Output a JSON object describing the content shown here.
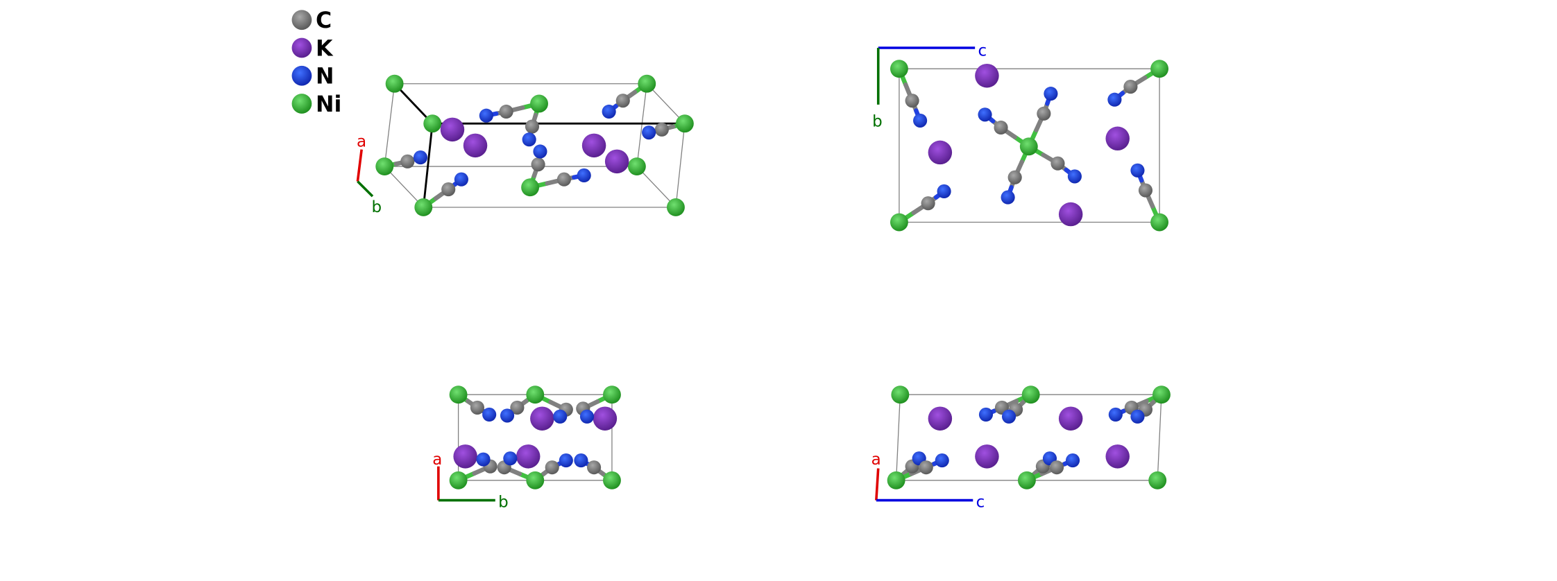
{
  "legend": [
    {
      "label": "C",
      "color": "#808080"
    },
    {
      "label": "K",
      "color": "#8e3cc8"
    },
    {
      "label": "N",
      "color": "#2040e0"
    },
    {
      "label": "Ni",
      "color": "#40c040"
    }
  ],
  "axes": {
    "a": {
      "label": "a",
      "color": "#e00000"
    },
    "b": {
      "label": "b",
      "color": "#007000"
    },
    "c": {
      "label": "c",
      "color": "#0000e0"
    }
  },
  "views": [
    {
      "axis1": "a",
      "axis2": "b"
    },
    {
      "axis1": "b",
      "axis2": "c"
    },
    {
      "axis1": "a",
      "axis2": "b"
    },
    {
      "axis1": "a",
      "axis2": "c"
    }
  ]
}
